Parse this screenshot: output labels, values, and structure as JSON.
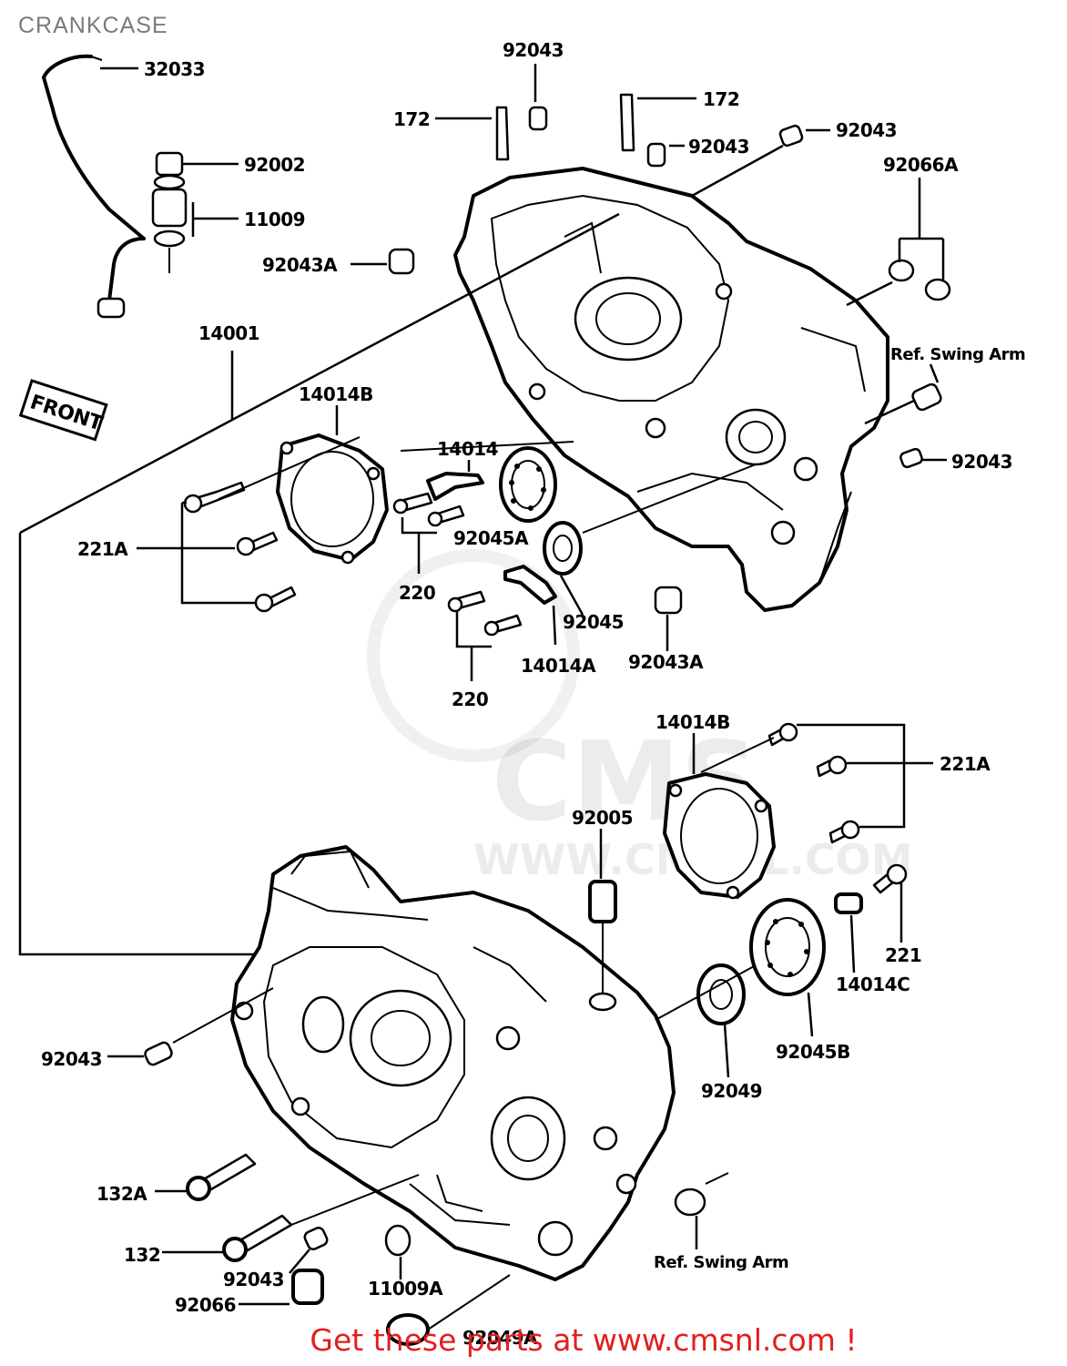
{
  "title": "CRANKCASE",
  "footer": "Get these parts at www.cmsnl.com !",
  "watermark": {
    "brand": "CMS",
    "url": "WWW.CMSNL.COM"
  },
  "front_mark": "FRONT",
  "labels": {
    "p32033": "32033",
    "p92002": "92002",
    "p11009": "11009",
    "p92043_top": "92043",
    "p172_left": "172",
    "p172_right": "172",
    "p92043_r1": "92043",
    "p92043_r2": "92043",
    "p92066A": "92066A",
    "p92043A_top": "92043A",
    "p14001": "14001",
    "ref_swing_top": "Ref. Swing Arm",
    "p14014B_top": "14014B",
    "p14014": "14014",
    "p92043_r3": "92043",
    "p221A_left": "221A",
    "p92045A": "92045A",
    "p220_a": "220",
    "p92045": "92045",
    "p14014A": "14014A",
    "p92043A_mid": "92043A",
    "p220_b": "220",
    "p14014B_bot": "14014B",
    "p221A_right": "221A",
    "p92005": "92005",
    "p221": "221",
    "p14014C": "14014C",
    "p92045B": "92045B",
    "p92049": "92049",
    "p92043_left": "92043",
    "p132A": "132A",
    "p132": "132",
    "p92043_bot": "92043",
    "ref_swing_bot": "Ref. Swing Arm",
    "p92066": "92066",
    "p11009A": "11009A",
    "p92049A": "92049A"
  }
}
